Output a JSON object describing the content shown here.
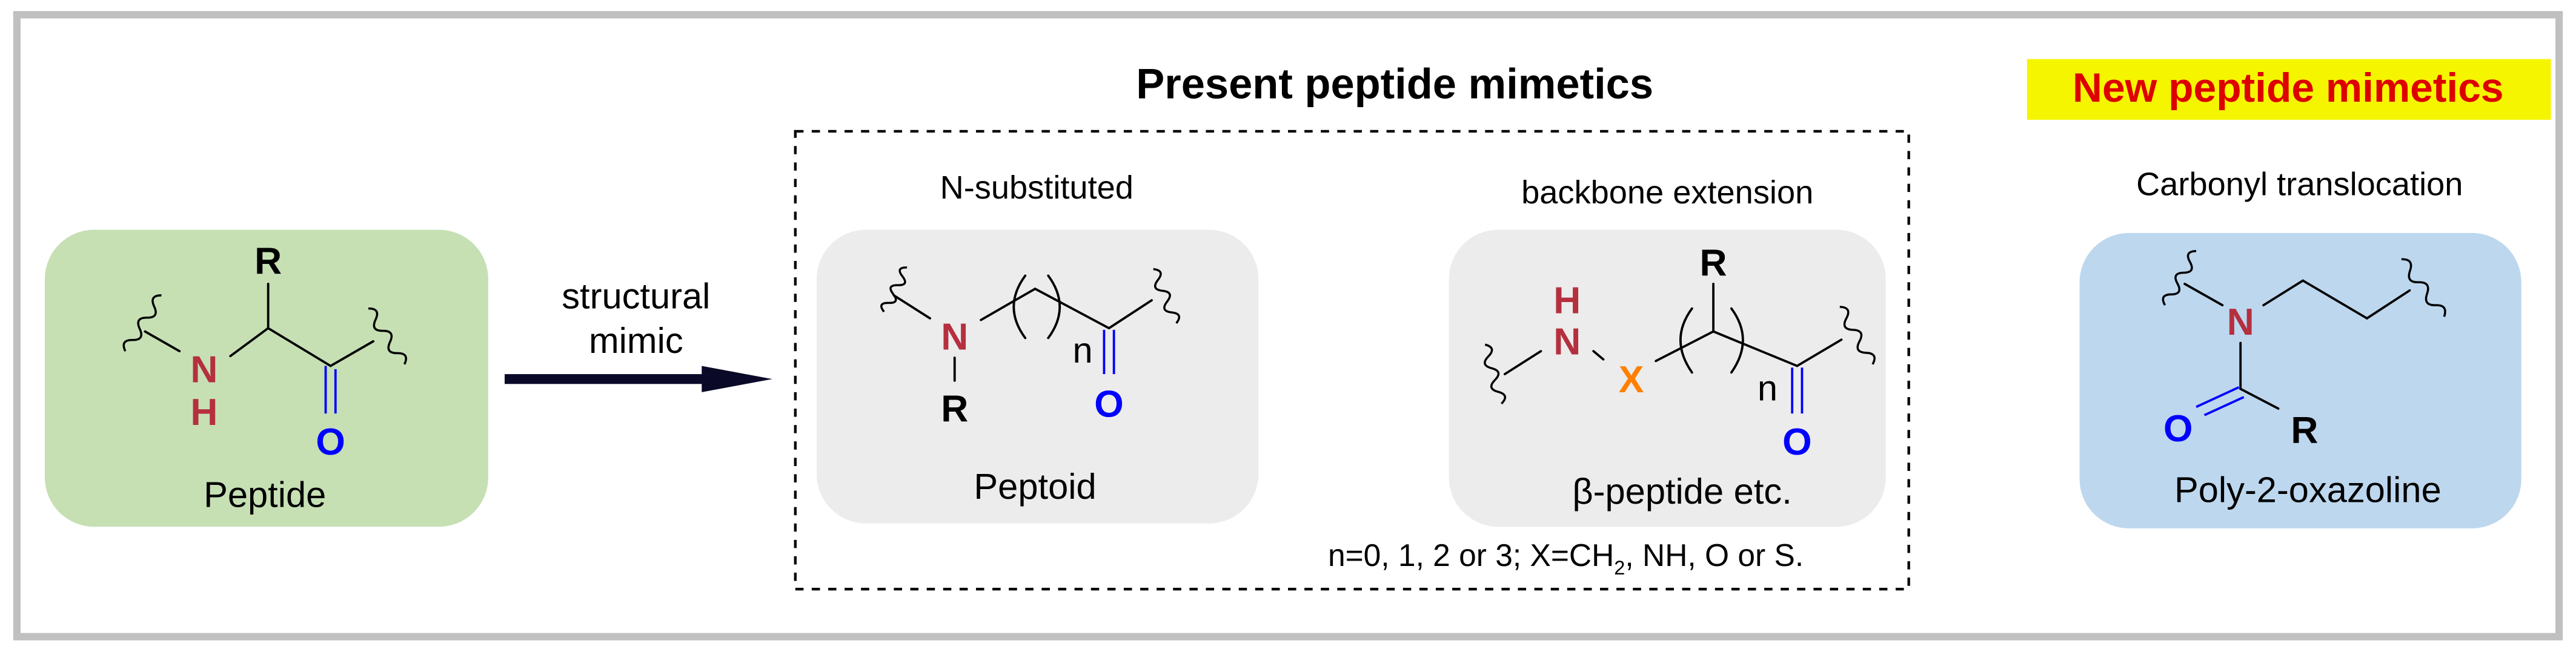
{
  "title": "Present peptide mimetics",
  "new_title": "New peptide mimetics",
  "arrow": {
    "line1": "structural",
    "line2": "mimic"
  },
  "peptide": {
    "name": "Peptide",
    "atoms": {
      "R": "R",
      "N": "N",
      "H": "H",
      "O": "O"
    }
  },
  "peptoid": {
    "heading": "N-substituted",
    "name": "Peptoid",
    "atoms": {
      "N": "N",
      "R": "R",
      "n": "n",
      "O": "O"
    }
  },
  "beta": {
    "heading": "backbone extension",
    "name": "β-peptide etc.",
    "atoms": {
      "H": "H",
      "N": "N",
      "X": "X",
      "R": "R",
      "n": "n",
      "O": "O"
    }
  },
  "oxazoline": {
    "heading": "Carbonyl translocation",
    "name": "Poly-2-oxazoline",
    "atoms": {
      "N": "N",
      "O": "O",
      "R": "R"
    }
  },
  "footnote": {
    "before": "n=0, 1, 2 or 3; X=CH",
    "sub": "2",
    "after": ", NH, O or S."
  },
  "colors": {
    "nitrogen": "#b5303f",
    "oxygen": "#0000ff",
    "x_atom": "#ff8000",
    "new_title": "#dd0000",
    "highlight": "#f5f500",
    "peptide_box": "#c6e0b4",
    "mimetic_box": "#ececec",
    "oxazoline_box": "#bdd7ee"
  }
}
